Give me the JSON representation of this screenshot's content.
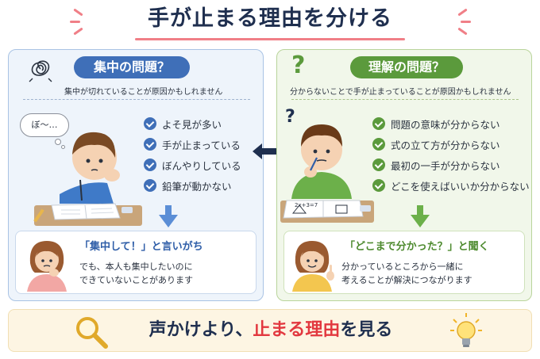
{
  "title": "手が止まる理由を分ける",
  "left": {
    "heading": "集中の問題？",
    "subtitle": "集中が切れていることが原因かもしれません",
    "bubble": "ぼ～…",
    "items": [
      "よそ見が多い",
      "手が止まっている",
      "ぼんやりしている",
      "鉛筆が動かない"
    ],
    "advice_title": "「集中して！」と言いがち",
    "advice_line1": "でも、本人も集中したいのに",
    "advice_line2": "できていないことがあります",
    "accent": "#3f6fb8"
  },
  "right": {
    "heading": "理解の問題？",
    "subtitle": "分からないことで手が止まっていることが原因かもしれません",
    "question_mark": "?",
    "notebook_text": "2x+3=7",
    "items": [
      "問題の意味が分からない",
      "式の立て方が分からない",
      "最初の一手が分からない",
      "どこを使えばいいか分からない"
    ],
    "advice_title": "「どこまで分かった？」と聞く",
    "advice_line1": "分かっているところから一緒に",
    "advice_line2": "考えることが解決につながります",
    "accent": "#5b9a3c"
  },
  "banner": {
    "before": "声かけより、",
    "highlight": "止まる理由",
    "after": "を見る",
    "highlight_color": "#e2383f"
  },
  "icons": {
    "left_question": "scribble-icon",
    "right_question": "question-icon",
    "swap": "double-arrow-icon",
    "search": "magnifier-icon",
    "idea": "lightbulb-icon"
  }
}
